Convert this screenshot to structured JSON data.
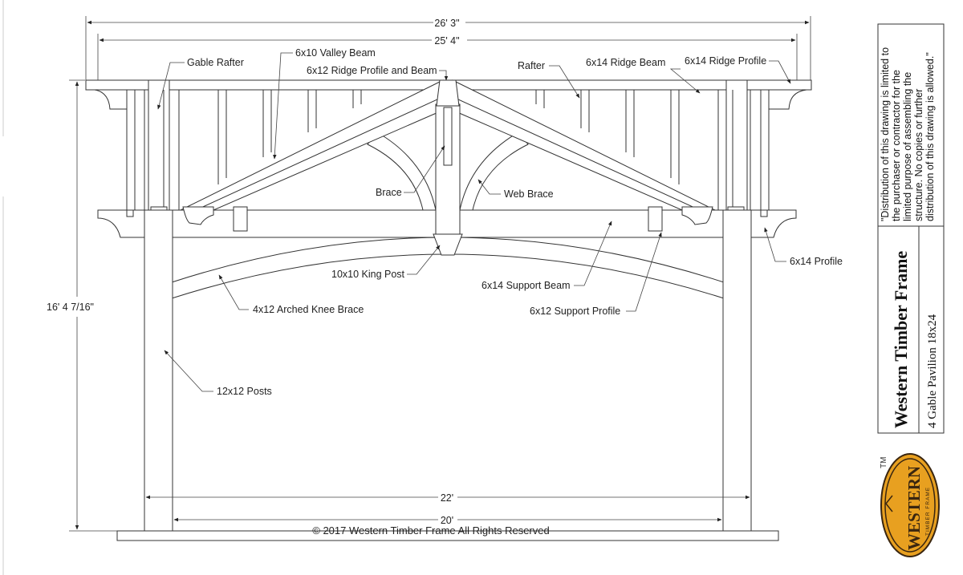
{
  "dimensions": {
    "overall_width": "26' 3\"",
    "roof_width": "25' 4\"",
    "height": "16' 4 7/16\"",
    "post_outer": "22'",
    "post_inner": "20'"
  },
  "callouts": {
    "gable_rafter": "Gable Rafter",
    "valley_beam": "6x10 Valley Beam",
    "ridge_profile_beam": "6x12 Ridge Profile and Beam",
    "rafter": "Rafter",
    "ridge_beam": "6x14 Ridge Beam",
    "ridge_profile": "6x14 Ridge Profile",
    "brace": "Brace",
    "web_brace": "Web Brace",
    "king_post": "10x10 King Post",
    "support_beam": "6x14 Support Beam",
    "profile": "6x14 Profile",
    "arched_knee_brace": "4x12 Arched Knee Brace",
    "support_profile": "6x12 Support Profile",
    "posts": "12x12 Posts"
  },
  "copyright": "© 2017 Western Timber Frame All Rights Reserved",
  "title_block": {
    "notice_lines": [
      "\"Distribution of this drawing is limited to",
      "the purchaser or contractor for the",
      "limited purpose of assembling the",
      "structure.  No copies or further",
      "distribution of this drawing is allowed.\""
    ],
    "company": "Western Timber Frame",
    "project": "4 Gable Pavilion 18x24",
    "trademark": "TM",
    "logo_main": "WESTERN",
    "logo_sub": "TIMBER FRAME",
    "colors": {
      "logo_fill": "#e8a020",
      "logo_dark": "#3a2610"
    }
  }
}
